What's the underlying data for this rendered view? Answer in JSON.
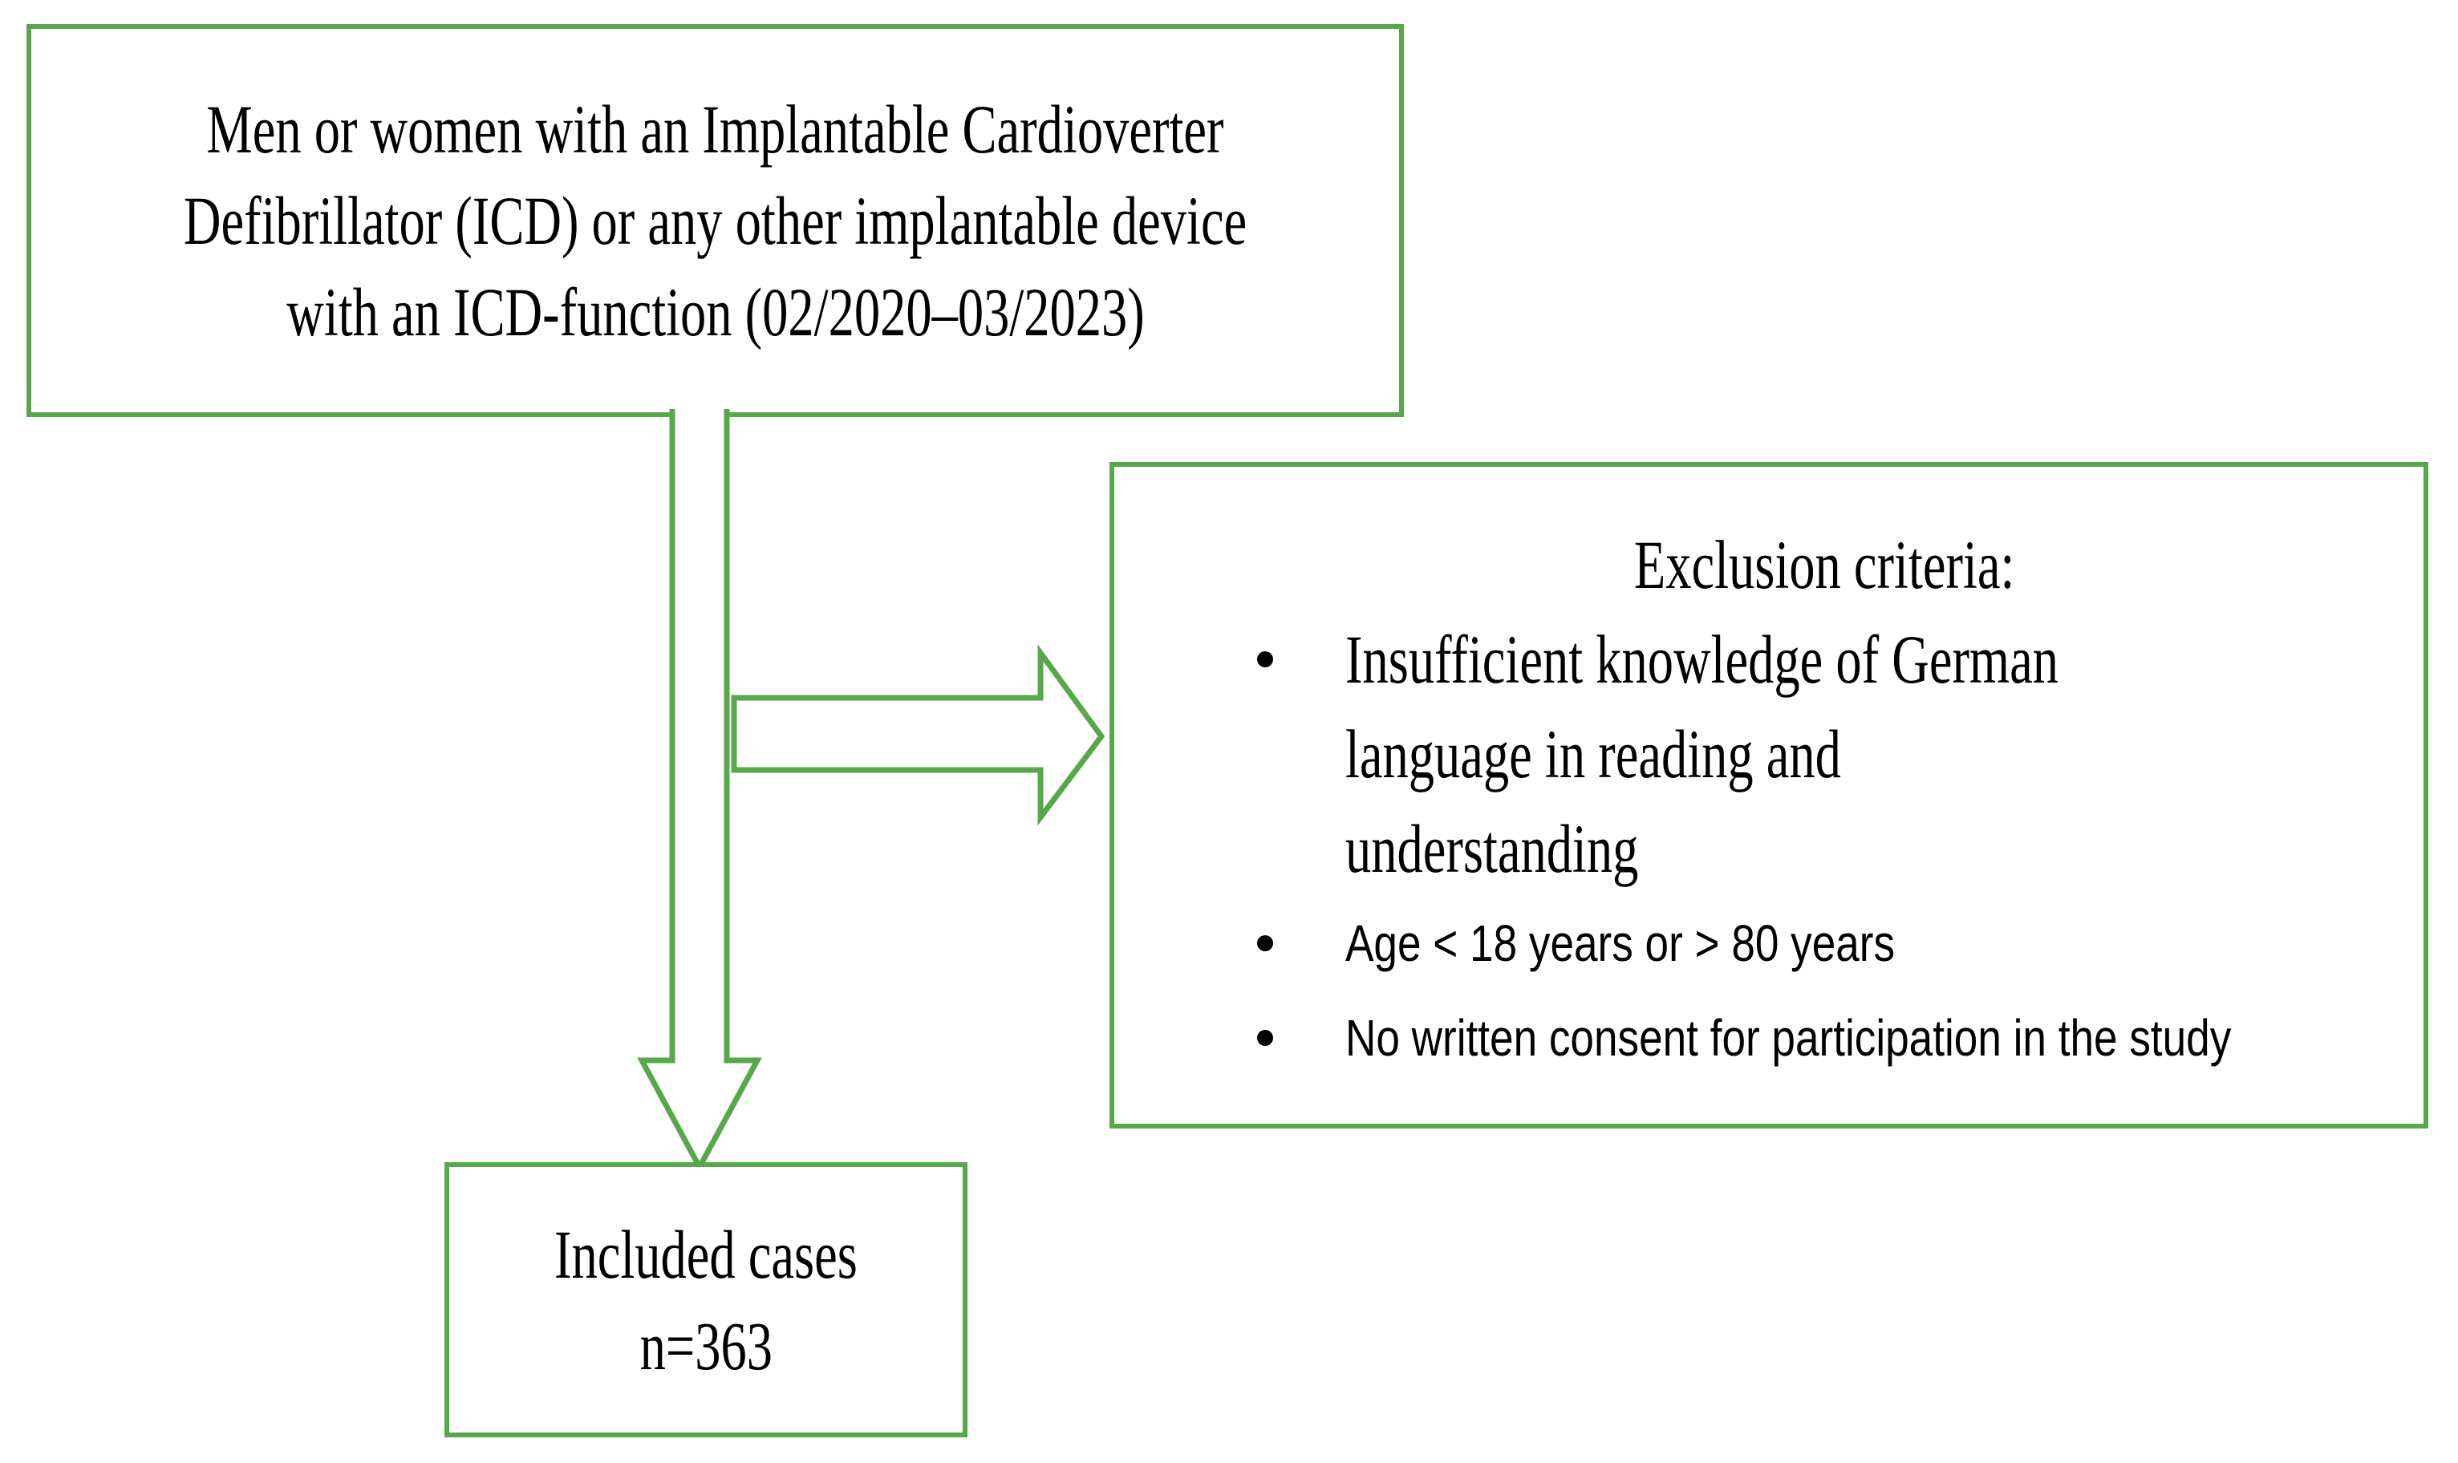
{
  "diagram": {
    "type": "flowchart",
    "background_color": "#ffffff",
    "accent_color": "#57a84a",
    "text_color": "#000000",
    "population_box": {
      "lines": [
        "Men or women with an Implantable Cardioverter",
        "Defibrillator (ICD) or any other implantable device",
        "with an ICD-function (02/2020–03/2023)"
      ]
    },
    "exclusion_box": {
      "title": "Exclusion criteria:",
      "items": [
        "Insufficient knowledge of German language in reading and understanding",
        "Age < 18 years or > 80 years",
        "No written consent for participation in the study"
      ]
    },
    "included_box": {
      "line1": "Included cases",
      "line2": "n=363"
    },
    "icons": {
      "bullet": "filled-circle",
      "down_arrow": "hollow-block-arrow-down",
      "right_arrow": "hollow-block-arrow-right"
    },
    "connectors": [
      {
        "from": "population-box",
        "to": "included-box",
        "shape": "down-arrow"
      },
      {
        "from": "population-box",
        "to": "exclusion-box",
        "shape": "right-arrow"
      }
    ]
  }
}
